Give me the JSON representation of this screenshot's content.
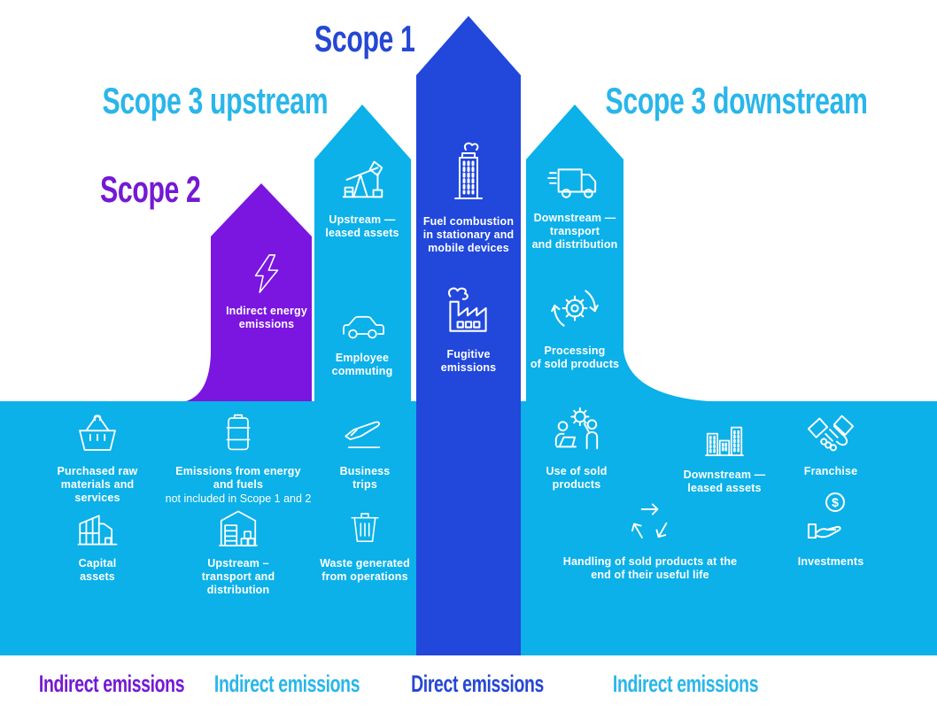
{
  "colors": {
    "cyan": "#0bb1e8",
    "dark_blue": "#2147db",
    "purple": "#7a16e0",
    "text_cyan": "#29b6ea",
    "text_dark_blue": "#2547d4",
    "text_purple": "#7419d4",
    "icon_stroke": "#ffffff"
  },
  "headers": {
    "scope1": "Scope 1",
    "scope3_upstream": "Scope 3 upstream",
    "scope2": "Scope 2",
    "scope3_downstream": "Scope 3 downstream"
  },
  "arrow_scope2": {
    "item": {
      "icon": "lightning-icon",
      "label": "Indirect energy\nemissions"
    }
  },
  "arrow_scope3_upstream": {
    "items": [
      {
        "icon": "oil-pump-icon",
        "label": "Upstream —\nleased assets"
      },
      {
        "icon": "car-icon",
        "label": "Employee\ncommuting"
      }
    ]
  },
  "arrow_scope1": {
    "items": [
      {
        "icon": "building-chimney-icon",
        "label": "Fuel combustion\nin stationary and\nmobile devices"
      },
      {
        "icon": "factory-smoke-icon",
        "label": "Fugitive\nemissions"
      }
    ]
  },
  "arrow_scope3_downstream": {
    "items": [
      {
        "icon": "delivery-truck-icon",
        "label": "Downstream —\ntransport\nand distribution"
      },
      {
        "icon": "gear-cycle-icon",
        "label": "Processing\nof sold products"
      }
    ]
  },
  "base_items": {
    "purchased_raw": {
      "icon": "shopping-basket-icon",
      "label": "Purchased raw\nmaterials and\nservices"
    },
    "emissions_energy": {
      "icon": "oil-drum-icon",
      "label": "Emissions from energy\nand fuels",
      "sublabel": "not included in Scope 1 and 2"
    },
    "business_trips": {
      "icon": "airplane-icon",
      "label": "Business\ntrips"
    },
    "capital_assets": {
      "icon": "industrial-building-icon",
      "label": "Capital\nassets"
    },
    "upstream_transport": {
      "icon": "warehouse-icon",
      "label": "Upstream –\ntransport and\ndistribution"
    },
    "waste": {
      "icon": "trash-bin-icon",
      "label": "Waste generated\nfrom operations"
    },
    "use_of_sold": {
      "icon": "people-gear-icon",
      "label": "Use of sold\nproducts"
    },
    "downstream_leased": {
      "icon": "city-buildings-icon",
      "label": "Downstream —\nleased assets"
    },
    "franchise": {
      "icon": "handshake-icon",
      "label": "Franchise"
    },
    "handling": {
      "icon": "recycle-icon",
      "label": "Handling of sold products at the\nend of their useful life"
    },
    "investments": {
      "icon": "dollar-hand-icon",
      "label": "Investments"
    }
  },
  "footer": {
    "indirect_scope2": "Indirect emissions",
    "indirect_upstream": "Indirect emissions",
    "direct_scope1": "Direct emissions",
    "indirect_downstream": "Indirect emissions"
  }
}
